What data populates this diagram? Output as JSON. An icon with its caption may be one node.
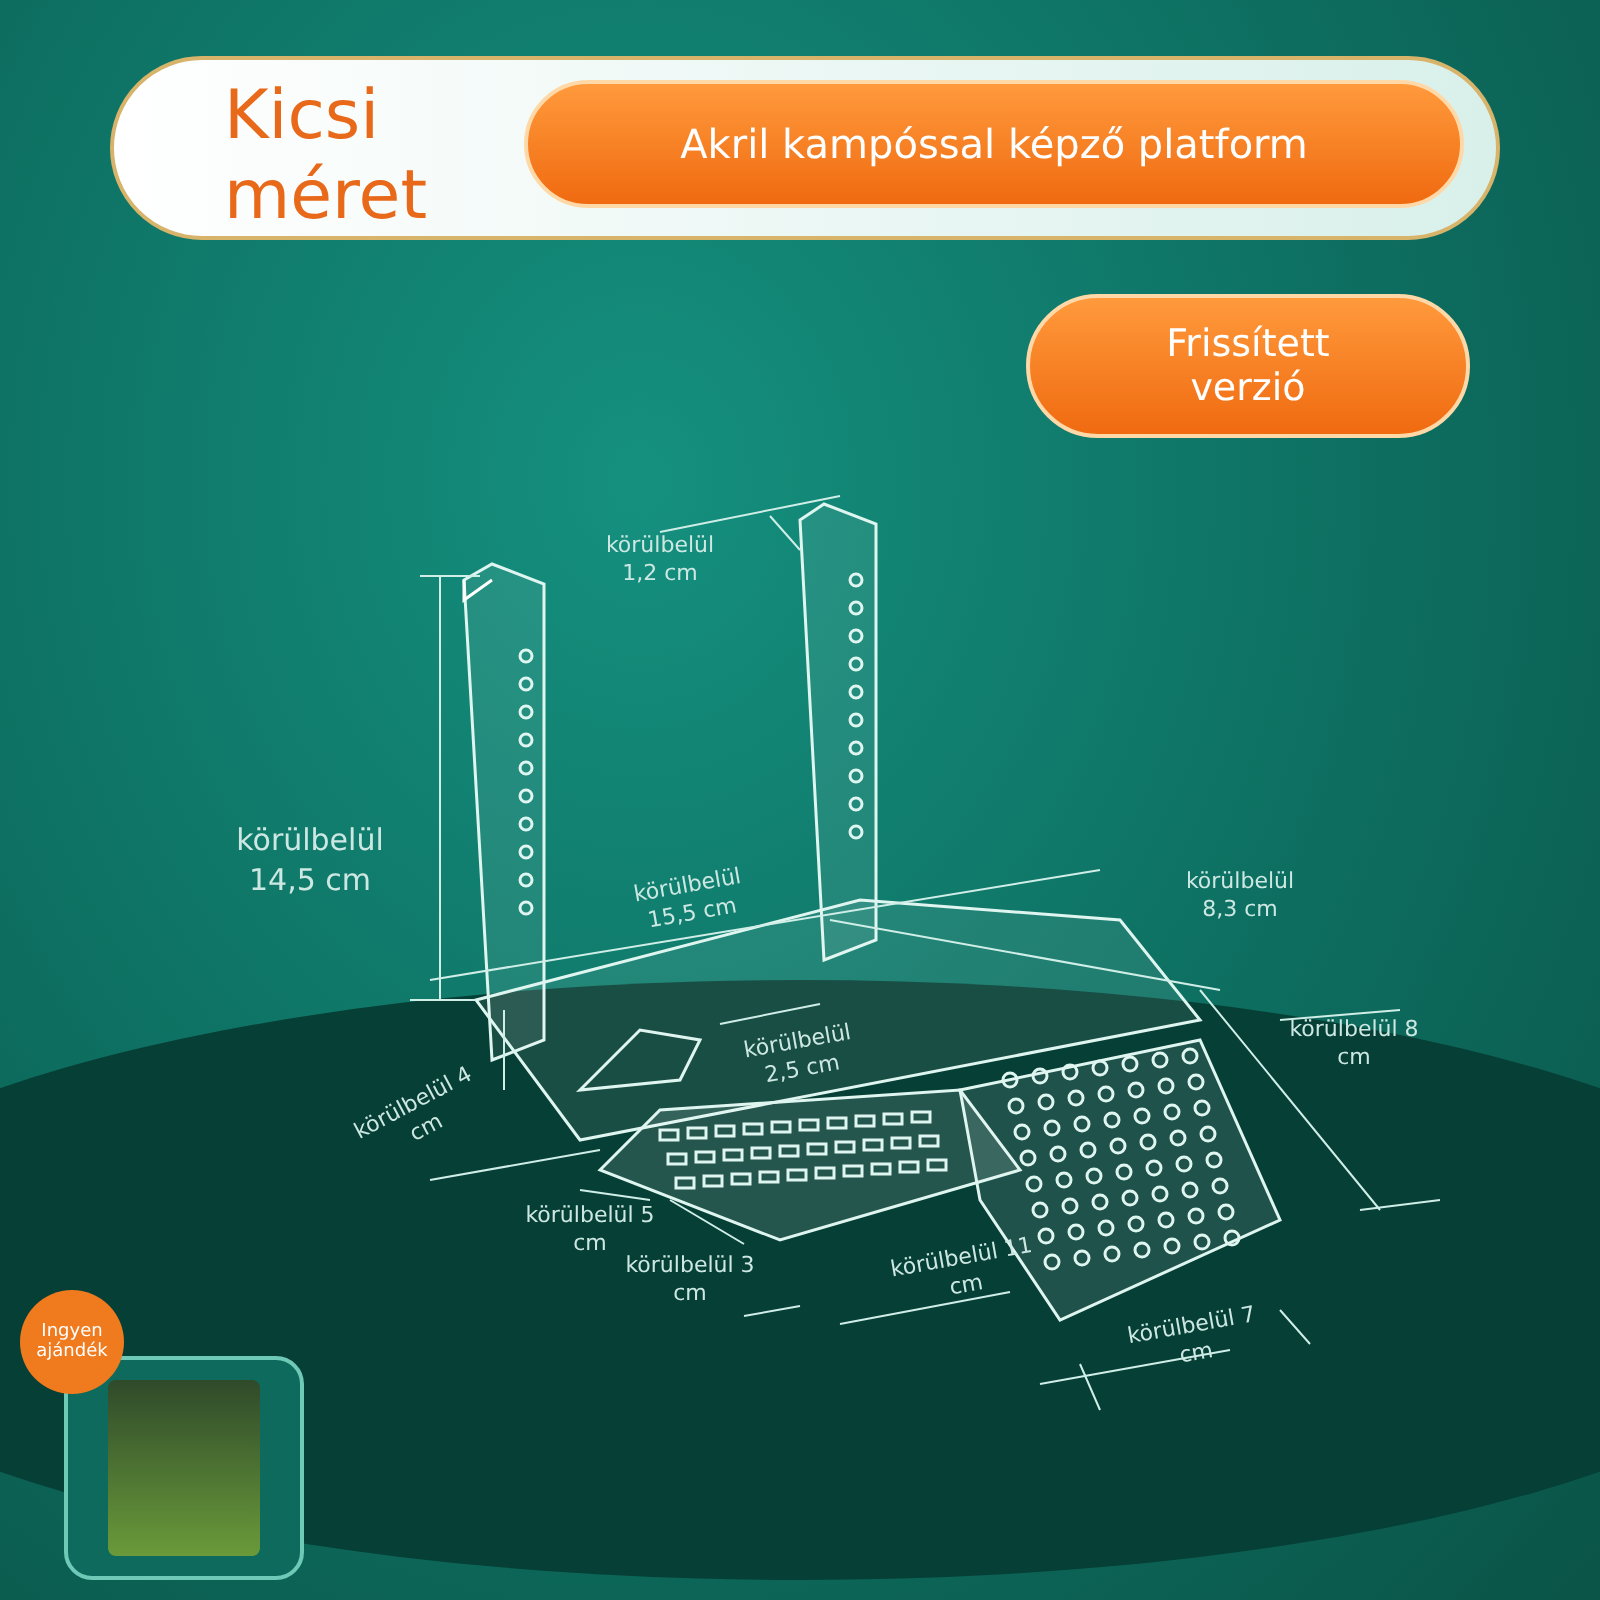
{
  "diagram": {
    "nodes": [
      {
        "text": [
          "Kicsi méret"
        ]
      },
      {
        "text": [
          "Akril kampóssal képző platform"
        ],
        "in": 0
      },
      {
        "text": [
          "Frissített verzió"
        ]
      },
      {
        "text": [
          "Ingyen ajándék"
        ]
      },
      {
        "text": [],
        "shape": "picture"
      }
    ],
    "labels": [
      "körülbelül 1,2 cm",
      "körülbelül 14,5 cm",
      "körülbelül 15,5 cm",
      "körülbelül 8,3 cm",
      "körülbelül 2,5 cm",
      "körülbelül 8 cm",
      "körülbelül 4 cm",
      "körülbelül 5 cm",
      "körülbelül 3 cm",
      "körülbelül 11 cm",
      "körülbelül 7 cm"
    ]
  }
}
